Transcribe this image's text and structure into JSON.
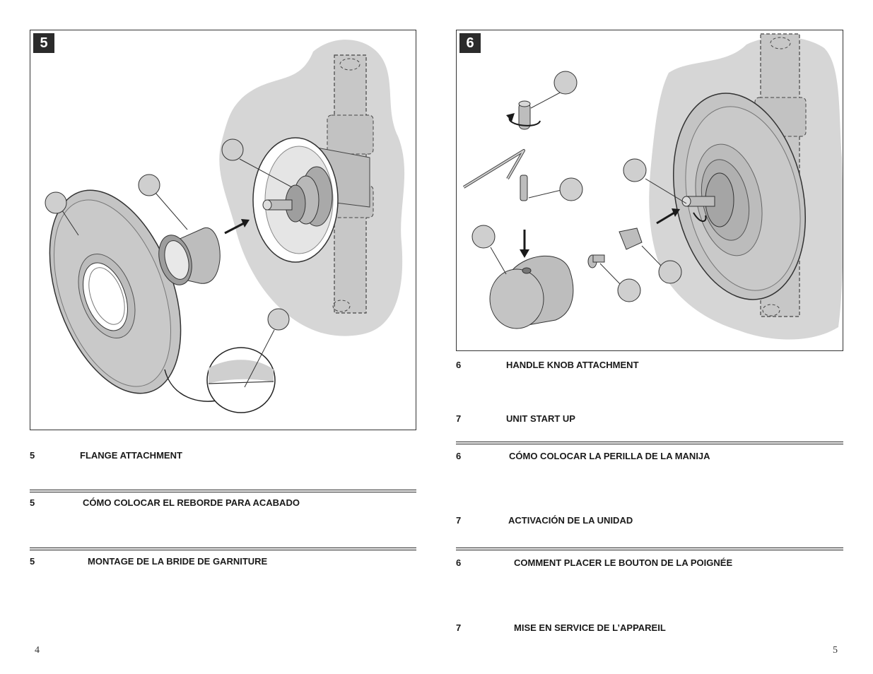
{
  "left_page": {
    "figure": {
      "step": "5"
    },
    "sections": [
      {
        "num": "5",
        "title": "FLANGE ATTACHMENT"
      },
      {
        "num": "5",
        "title": "CÓMO COLOCAR EL REBORDE PARA ACABADO"
      },
      {
        "num": "5",
        "title": "MONTAGE DE LA BRIDE DE GARNITURE"
      }
    ],
    "page_number": "4"
  },
  "right_page": {
    "figure": {
      "step": "6"
    },
    "sections": [
      {
        "num": "6",
        "title": "HANDLE KNOB ATTACHMENT"
      },
      {
        "num": "7",
        "title": "UNIT START UP"
      },
      {
        "num": "6",
        "title": "CÓMO COLOCAR LA PERILLA DE LA MANIJA"
      },
      {
        "num": "7",
        "title": "ACTIVACIÓN DE LA UNIDAD"
      },
      {
        "num": "6",
        "title": "COMMENT PLACER LE BOUTON DE LA POIGNÉE"
      },
      {
        "num": "7",
        "title": "MISE EN SERVICE DE L’APPAREIL"
      }
    ],
    "page_number": "5"
  },
  "colors": {
    "wall": "#d6d6d6",
    "part": "#bdbdbd",
    "callout": "#cfcfcf",
    "ink": "#1a1a1a"
  }
}
